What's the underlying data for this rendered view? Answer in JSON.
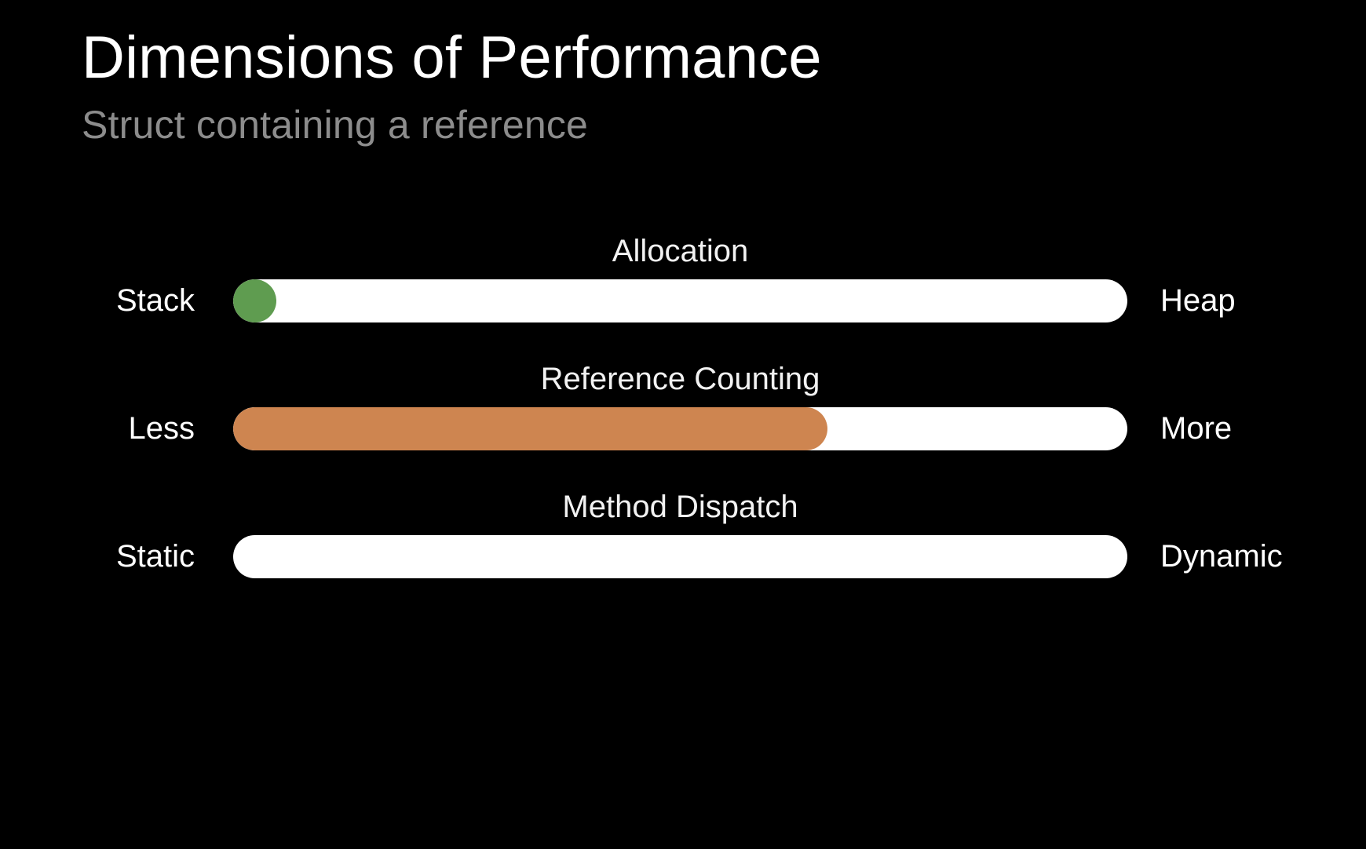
{
  "slide": {
    "title": "Dimensions of Performance",
    "subtitle": "Struct containing a reference",
    "background_color": "#000000",
    "title_color": "#ffffff",
    "subtitle_color": "#8c8c8c"
  },
  "chart_data": {
    "type": "bar",
    "title": "Dimensions of Performance",
    "subtitle": "Struct containing a reference",
    "xlabel": "",
    "ylabel": "",
    "grid": false,
    "legend": "none",
    "orientation": "horizontal",
    "scale_min": 0,
    "scale_max": 1,
    "categories": [
      "Allocation",
      "Reference Counting",
      "Method Dispatch"
    ],
    "values": [
      0.04,
      0.665,
      0.0
    ],
    "series": [
      {
        "name": "Struct containing a reference",
        "values": [
          0.04,
          0.665,
          0.0
        ]
      }
    ],
    "endpoint_labels": [
      {
        "left": "Stack",
        "right": "Heap"
      },
      {
        "left": "Less",
        "right": "More"
      },
      {
        "left": "Static",
        "right": "Dynamic"
      }
    ],
    "colors": [
      "#5f9c50",
      "#ce8550",
      "#ffffff"
    ],
    "track_color": "#ffffff"
  },
  "rows": [
    {
      "caption": "Allocation",
      "left_label": "Stack",
      "right_label": "Heap",
      "fill_percent": 4,
      "fill_color": "#5f9c50",
      "empty": false
    },
    {
      "caption": "Reference Counting",
      "left_label": "Less",
      "right_label": "More",
      "fill_percent": 66.5,
      "fill_color": "#ce8550",
      "empty": false
    },
    {
      "caption": "Method Dispatch",
      "left_label": "Static",
      "right_label": "Dynamic",
      "fill_percent": 0,
      "fill_color": "#ffffff",
      "empty": true
    }
  ]
}
